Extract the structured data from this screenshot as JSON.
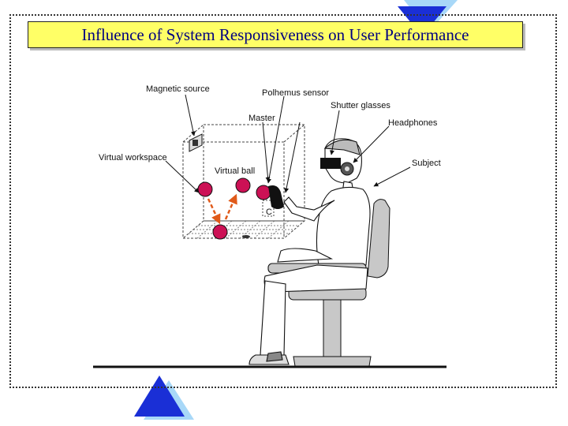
{
  "title": "Influence of System Responsiveness on User Performance",
  "labels": {
    "magnetic_source": "Magnetic source",
    "polhemus_sensor": "Polhemus sensor",
    "shutter_glasses": "Shutter glasses",
    "master": "Master",
    "headphones": "Headphones",
    "virtual_workspace": "Virtual workspace",
    "virtual_ball": "Virtual ball",
    "subject": "Subject",
    "c_marker": "C"
  },
  "colors": {
    "title_bg": "#ffff66",
    "title_text": "#000080",
    "triangle_fill": "#1a2fd6",
    "triangle_shadow": "#a8d8f8",
    "ball": "#cc1155",
    "arrow": "#e05a1a",
    "chair": "#c8c8c8"
  }
}
